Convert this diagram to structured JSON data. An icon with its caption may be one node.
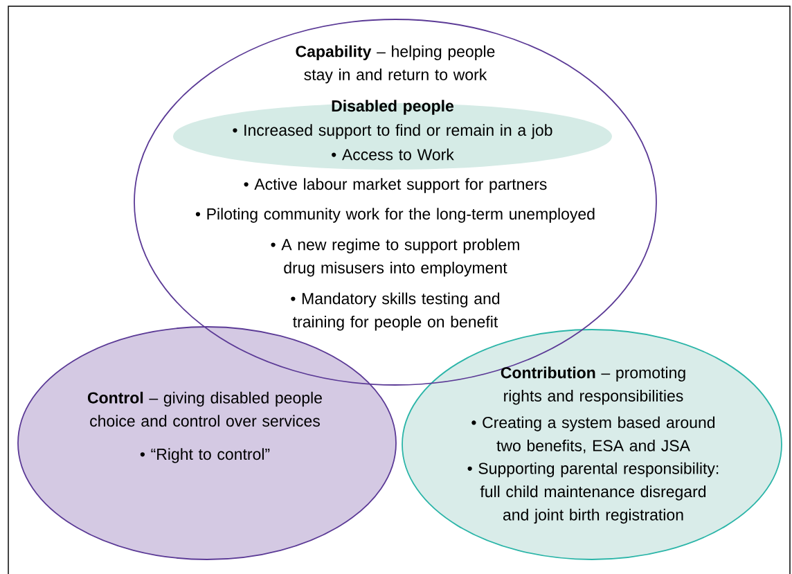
{
  "diagram": {
    "nodes": [
      {
        "text": [
          "**Capability** – helping people stay in and return to work",
          "• Active labour market support for partners",
          "• Piloting community work for the long-term unemployed",
          "• A new regime to support problem drug misusers into employment",
          "• Mandatory skills testing and training for people on benefit"
        ]
      },
      {
        "text": [
          "Disabled people",
          "• Increased support to find or remain in a job",
          "• Access to Work"
        ],
        "in": 0
      },
      {
        "text": [
          "**Control** – giving disabled people choice and control over services",
          "• “Right to control”"
        ]
      },
      {
        "text": [
          "**Contribution** – promoting rights and responsibilities",
          "• Creating a system based around two benefits, ESA and JSA",
          "• Supporting parental responsibility: full child maintenance disregard and joint birth registration"
        ]
      }
    ]
  }
}
